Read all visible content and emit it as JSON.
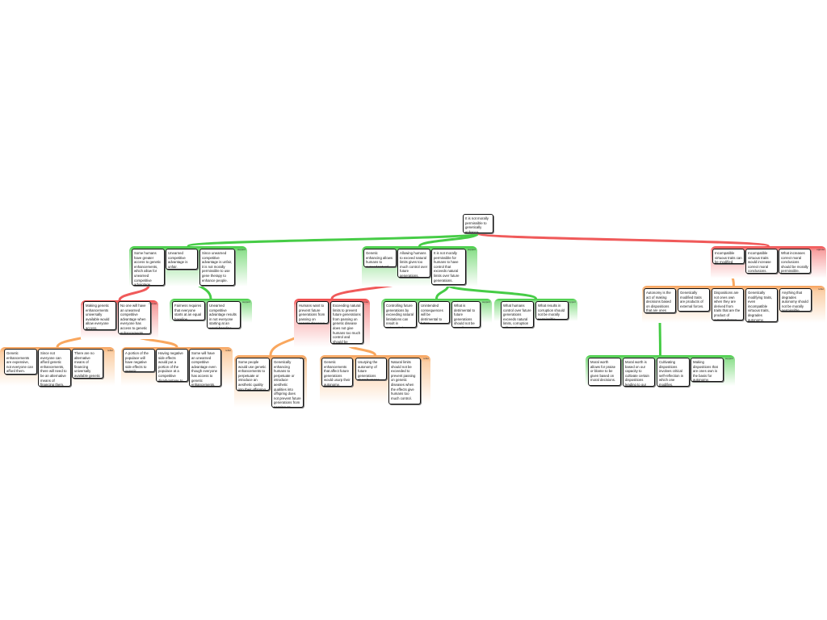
{
  "root": {
    "text": "It is not morally permissible to genetically enhance humans."
  },
  "colors": {
    "support": "#3ccc3c",
    "oppose": "#f04848",
    "rebut": "#f7a25a"
  },
  "groups": {
    "A": {
      "label": "support",
      "cards": [
        "Some humans have greater access to genetic enhancements, which allow for unearned competitive advantage.",
        "Unearned competitive advantage is unfair.",
        "Since unearned competitive advantage is unfair, it is not morally permissible to use gene therapy to enhance people."
      ]
    },
    "B": {
      "label": "support",
      "cards": [
        "Genetic enhancing allows humans to exceed natural limits.",
        "Allowing humans to exceed natural limits gives too much control over future generations.",
        "It is not morally permissible for humans to have control that exceeds natural limits over future generations."
      ]
    },
    "C": {
      "label": "oppose",
      "cards": [
        "Incompatible virtuous traits can be modified.",
        "Incompatible virtuous traits would increase correct moral conclusions.",
        "What increases correct moral conclusions should be morally permissible."
      ]
    },
    "D": {
      "label": "oppose",
      "cards": [
        "Making genetic enhancements universally available would allow everyone access.",
        "No one will have an unearned competitive advantage when everyone has access to genetic enhancements."
      ]
    },
    "E": {
      "label": "support",
      "cards": [
        "Fairness requires that everyone starts at an equal baseline.",
        "Unearned competitive advantage results in not everyone starting at an equal baseline."
      ]
    },
    "F": {
      "label": "oppose",
      "cards": [
        "Humans want to prevent future generations from passing on genetic diseases.",
        "Exceeding natural limits to prevent future generations from passing on genetic disease does not give humans too much control and should be allowed."
      ]
    },
    "G": {
      "label": "support",
      "cards": [
        "Controlling future generations by exceeding natural limitations can result in unintended consequences.",
        "Unintended consequences will be detrimental to future generations.",
        "What is detrimental to future generations should not be morally permissible."
      ]
    },
    "H": {
      "label": "support",
      "cards": [
        "What humans control over future generations exceeds natural limits, corruption will result.",
        "What results in corruption should not be morally permissible."
      ]
    },
    "I": {
      "label": "rebut",
      "cards": [
        "Autonomy is the act of making decisions based on dispositions that are ones own.",
        "Genetically modified traits are products of external forces.",
        "Dispositions are not ones own when they are derived from traits that are the product of external forces.",
        "Genetically modifying traits, even incompatible virtuous traits, degrades autonomy.",
        "Anything that degrades autonomy should not be morally permissible."
      ]
    },
    "J": {
      "label": "support",
      "cards": [
        "Moral worth allows for praise or blame to be given based on moral decisions.",
        "Moral worth is based on our capacity to cultivate certain dispositions leading to our actions.",
        "Cultivating dispositions involves critical self-reflection in which one modifies, enhances, or reinforces dispositions, making them ones own.",
        "Making dispositions that are ones own is the basis for autonomy."
      ]
    },
    "K": {
      "label": "rebut",
      "cards": [
        "Genetic enhancements are expensive, not everyone can afford them.",
        "Since not everyone can afford genetic enhancements, there will need to be an alternative means of financing them.",
        "There are no alternative means of financing universally available genetic enhancements."
      ]
    },
    "L": {
      "label": "rebut",
      "cards": [
        "A portion of the populace will have negative side effects to genetic enhancements.",
        "Having negative side effects would put a portion of the populace at a competitive disadvantage to others.",
        "Some will have an unearned competitive advantage even though everyone has access to genetic enhancements."
      ]
    },
    "M": {
      "label": "rebut",
      "cards": [
        "Some people would use genetic enhancements to perpetuate or introduce an aesthetic quality into their offspring.",
        "Genetically enhancing humans to perpetuate or introduce aesthetic qualities into offspring does not prevent future generations from passing on genetic diseases."
      ]
    },
    "N": {
      "label": "rebut",
      "cards": [
        "Genetic enhancements that affect future generations would usurp their autonomy.",
        "Usurping the autonomy of future generations gives humans too much control.",
        "Natural limits should not be exceeded to prevent passing on genetic diseases when the effects give humans too much control."
      ]
    }
  }
}
